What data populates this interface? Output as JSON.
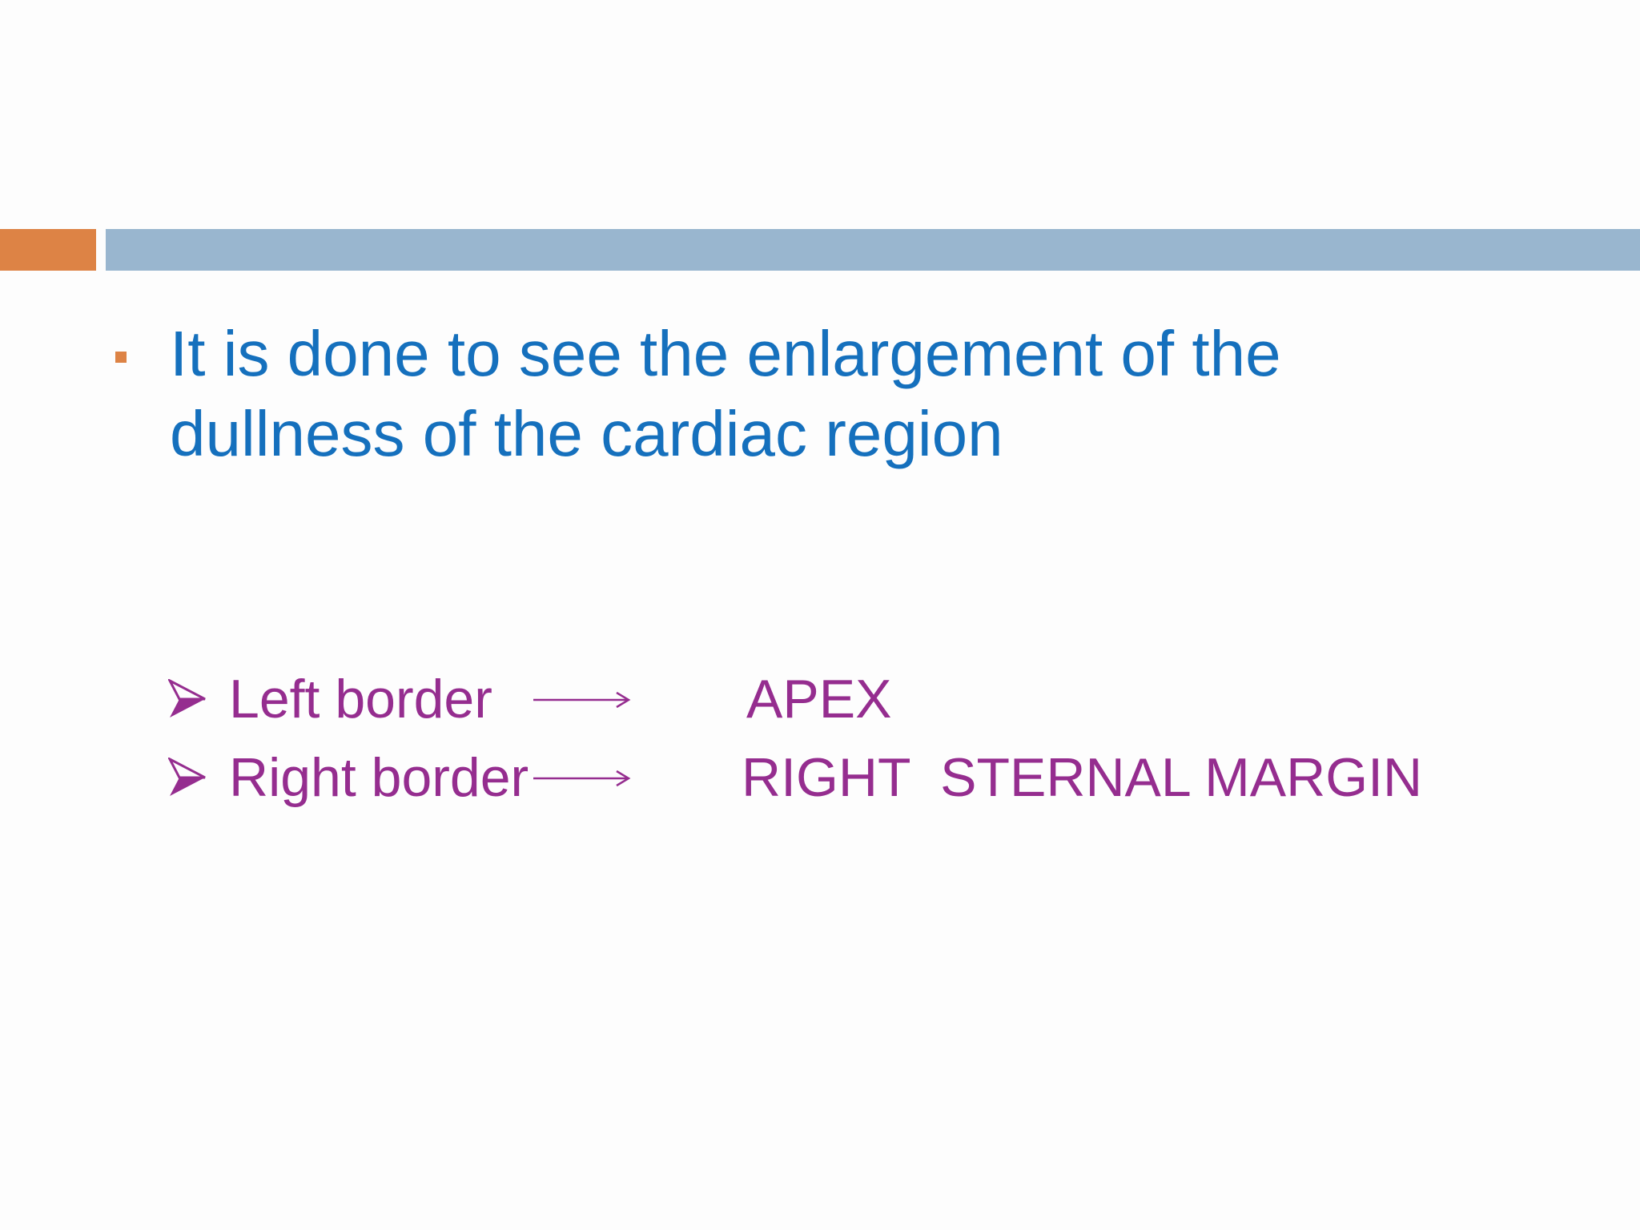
{
  "slide": {
    "main_bullet": "It is done to see the enlargement of the dullness of the cardiac region",
    "items": [
      {
        "label": "Left border",
        "value": "APEX"
      },
      {
        "label": "Right border",
        "value": "RIGHT  STERNAL MARGIN"
      }
    ]
  },
  "colors": {
    "accent_orange": "#dd8345",
    "accent_blue": "#99b6cf",
    "main_text": "#1570bd",
    "sub_text": "#952d8f"
  },
  "icons": {
    "main_bullet": "square-bullet-icon",
    "sub_bullet": "arrowhead-bullet-icon",
    "connector": "long-right-arrow-icon"
  }
}
